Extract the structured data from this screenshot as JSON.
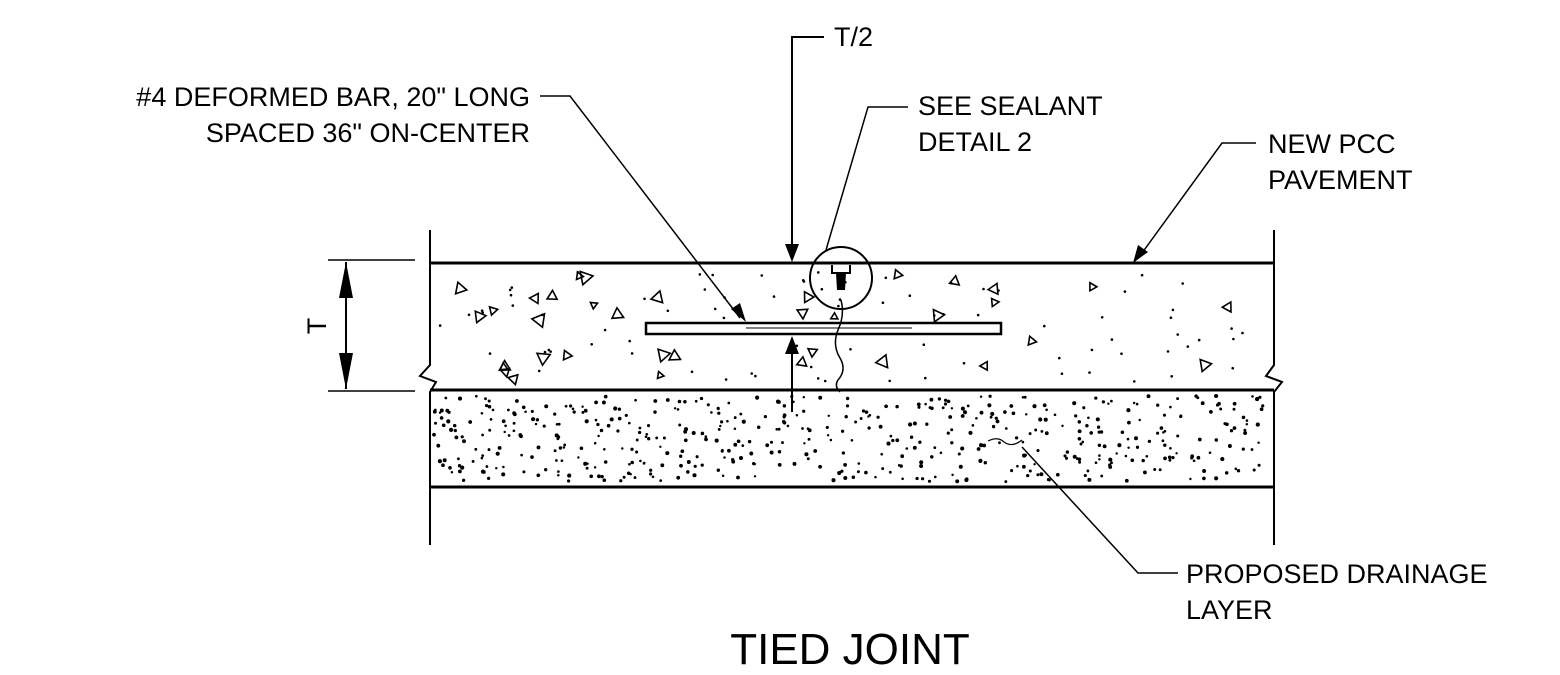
{
  "title": "TIED JOINT",
  "labels": {
    "half_thickness": "T/2",
    "thickness": "T",
    "bar_line1": "#4 DEFORMED BAR, 20\" LONG",
    "bar_line2": "SPACED 36\" ON-CENTER",
    "sealant_line1": "SEE SEALANT",
    "sealant_line2": "DETAIL 2",
    "pcc_line1": "NEW PCC",
    "pcc_line2": "PAVEMENT",
    "drainage_line1": "PROPOSED DRAINAGE",
    "drainage_line2": "LAYER"
  },
  "colors": {
    "ink": "#000000",
    "background": "#ffffff"
  }
}
